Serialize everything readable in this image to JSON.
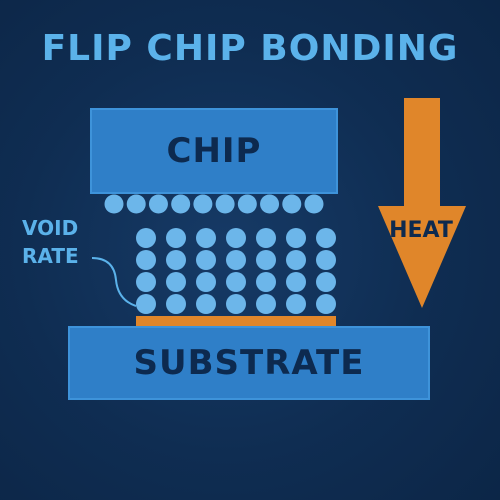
{
  "title": "FLIP CHIP BONDING",
  "chip": {
    "label": "CHIP"
  },
  "substrate": {
    "label": "SUBSTRATE"
  },
  "void_rate": {
    "line1": "VOID",
    "line2": "RATE"
  },
  "heat": {
    "label": "HEAT"
  },
  "colors": {
    "background": "#0f2d52",
    "accent_blue": "#2f7fc8",
    "bump_blue": "#6cb6ea",
    "heat_orange": "#e0862a",
    "title_blue": "#5bb2ea"
  },
  "bumps": {
    "top_row_count": 10,
    "grid_rows": 4,
    "grid_cols": 7
  }
}
